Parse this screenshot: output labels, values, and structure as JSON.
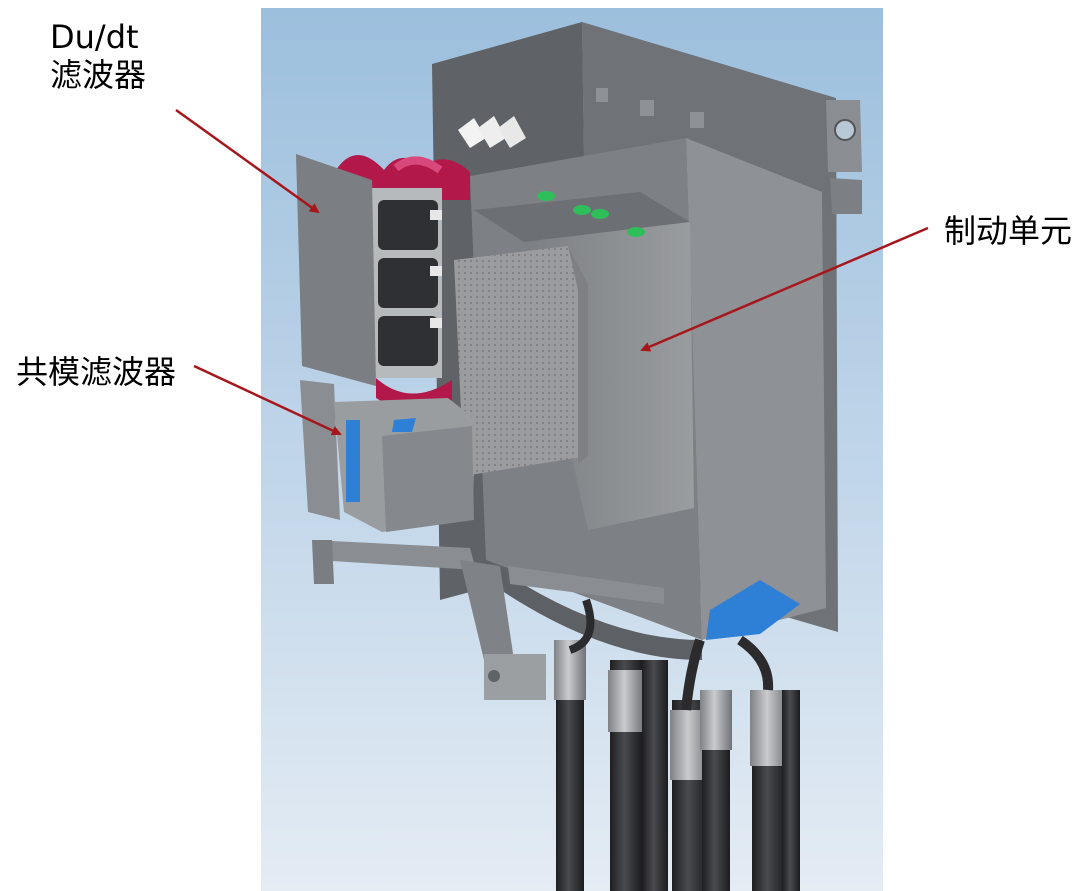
{
  "labels": {
    "dudt_line1": "Du/dt",
    "dudt_line2": "滤波器",
    "common_mode": "共模滤波器",
    "brake_unit": "制动单元"
  },
  "colors": {
    "arrow": "#a6171c",
    "sky_top": "#9fc0dd",
    "sky_bottom": "#e6eef6",
    "metal_dark": "#6e7074",
    "metal_mid": "#8c8f93",
    "metal_light": "#b5b8bb",
    "coil_red": "#b3184a",
    "led_green": "#2fbf5a",
    "insulator_blue": "#2e7fd6",
    "cable_black": "#2b2b2d"
  }
}
